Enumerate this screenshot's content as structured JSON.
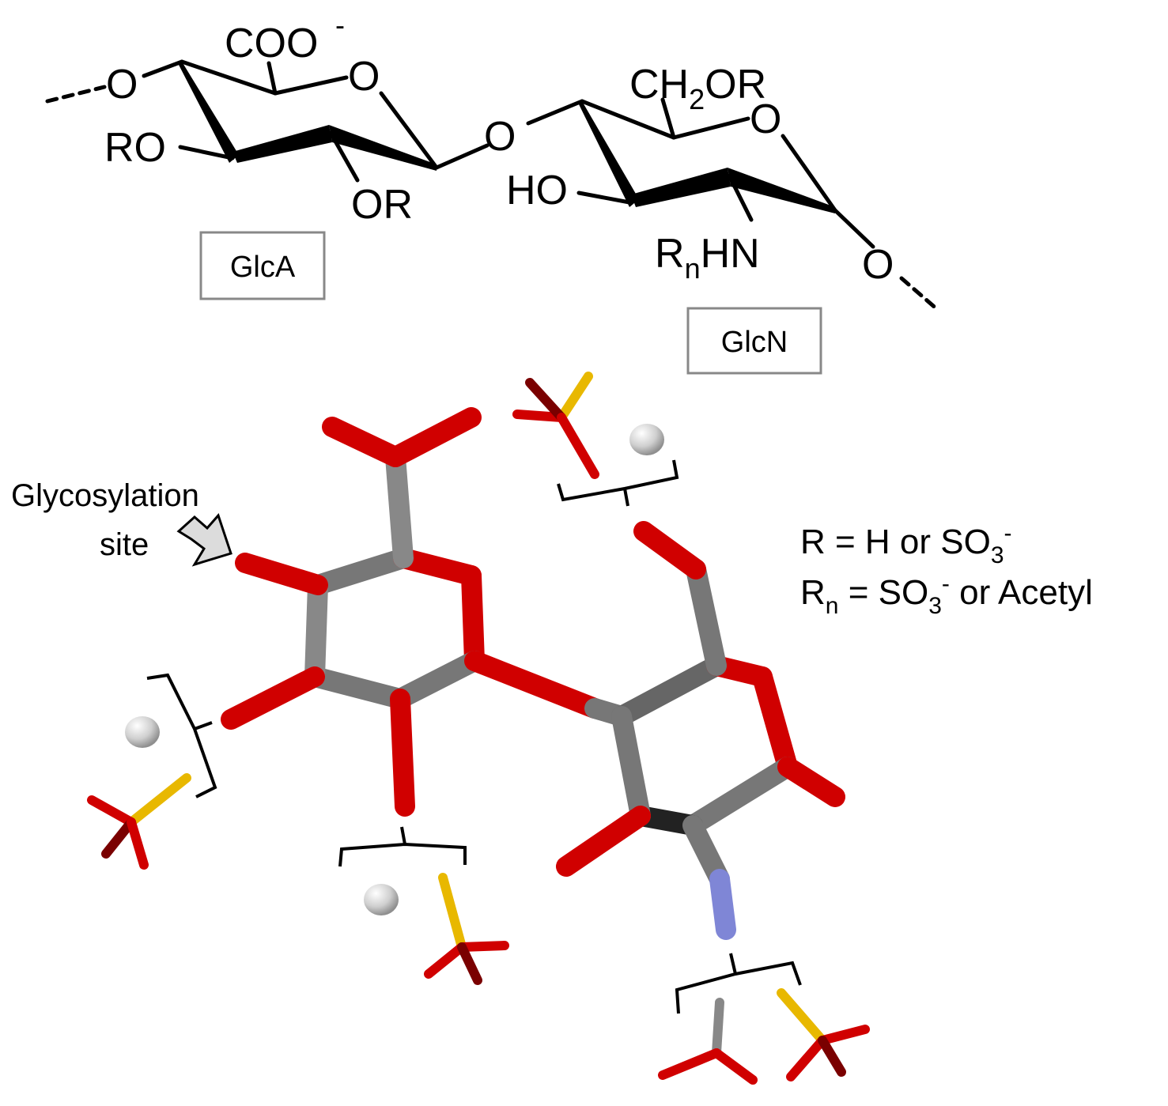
{
  "structure": {
    "glca": {
      "carboxylate": "COO",
      "carboxylate_charge": "-",
      "ring_oxygen": "O",
      "linkage_oxygen_left": "O",
      "substituent_ro": "RO",
      "substituent_or": "OR"
    },
    "glycosidic_oxygen": "O",
    "glcn": {
      "ch2or_ch": "CH",
      "ch2or_sub": "2",
      "ch2or_or": "OR",
      "ring_oxygen": "O",
      "substituent_ho": "HO",
      "amine_r": "R",
      "amine_sub": "n",
      "amine_hn": "HN",
      "linkage_oxygen_right": "O"
    }
  },
  "labels": {
    "glca_box": "GlcA",
    "glcn_box": "GlcN"
  },
  "pointer": {
    "line1": "Glycosylation",
    "line2": "site"
  },
  "legend": {
    "r_prefix": "R = H or SO",
    "r_sub": "3",
    "r_sup": "-",
    "rn_r": "R",
    "rn_sub": "n",
    "rn_mid": " = SO",
    "rn_sub3": "3",
    "rn_sup": "-",
    "rn_suffix": " or Acetyl"
  },
  "colors": {
    "carbon": "#7a7a7a",
    "oxygen": "#e00000",
    "nitrogen": "#7f86d6",
    "sulfur": "#e8b800",
    "hydrogen": "#d8d8d8",
    "line": "#000000",
    "box_border": "#888888"
  }
}
